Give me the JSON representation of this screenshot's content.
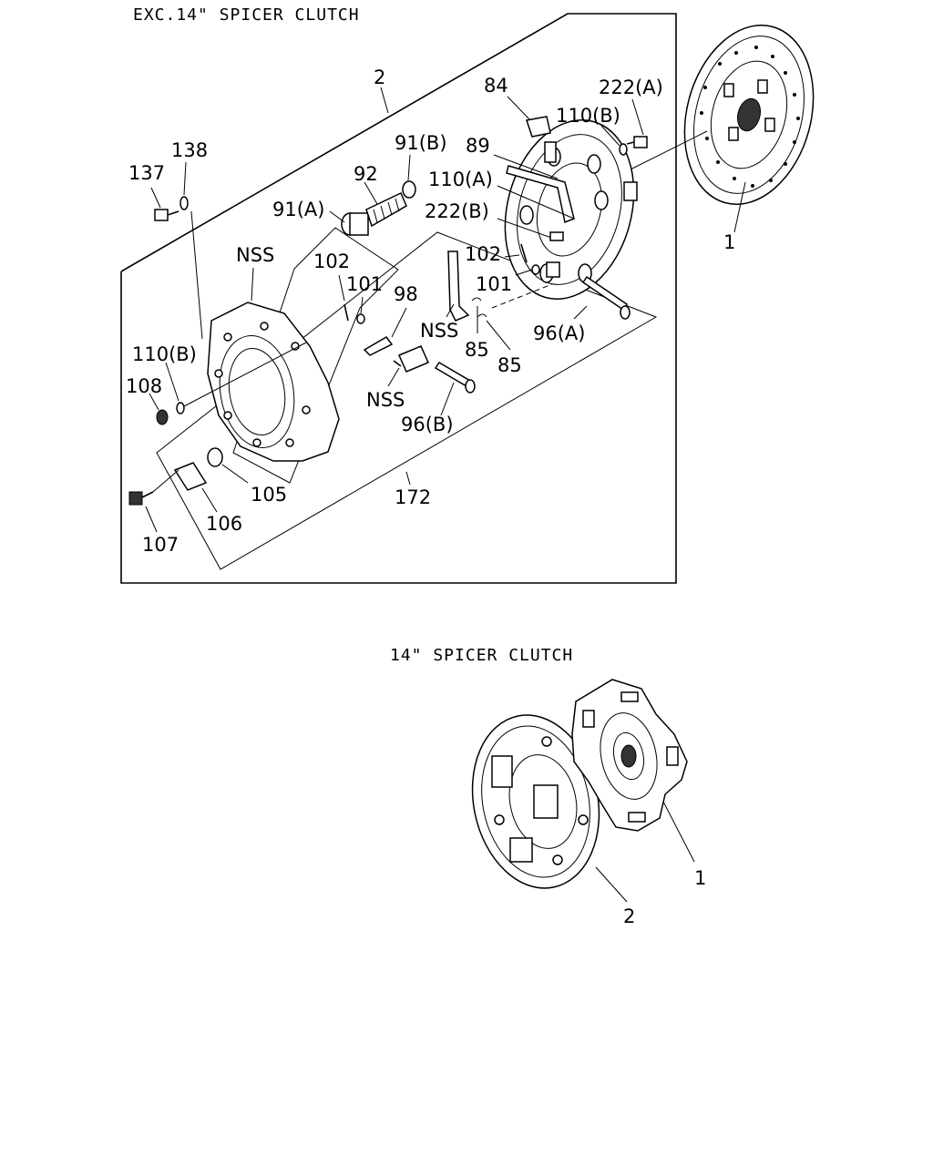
{
  "titles": {
    "top": "EXC.14\"  SPICER CLUTCH",
    "bottom": "14\"  SPICER CLUTCH"
  },
  "callouts": {
    "c2": "2",
    "c84": "84",
    "c222a": "222(A)",
    "c110b_top": "110(B)",
    "c138": "138",
    "c137": "137",
    "c91b": "91(B)",
    "c89": "89",
    "c92": "92",
    "c110a": "110(A)",
    "c91a": "91(A)",
    "c222b": "222(B)",
    "c1_top": "1",
    "c102_left": "102",
    "c102_right": "102",
    "c101_left": "101",
    "c101_right": "101",
    "c98": "98",
    "c85_a": "85",
    "c85_b": "85",
    "c96a": "96(A)",
    "c96b": "96(B)",
    "nss_top": "NSS",
    "nss_mid": "NSS",
    "nss_low": "NSS",
    "c110b_left": "110(B)",
    "c108": "108",
    "c105": "105",
    "c172": "172",
    "c106": "106",
    "c107": "107",
    "c1_bottom": "1",
    "c2_bottom": "2"
  }
}
